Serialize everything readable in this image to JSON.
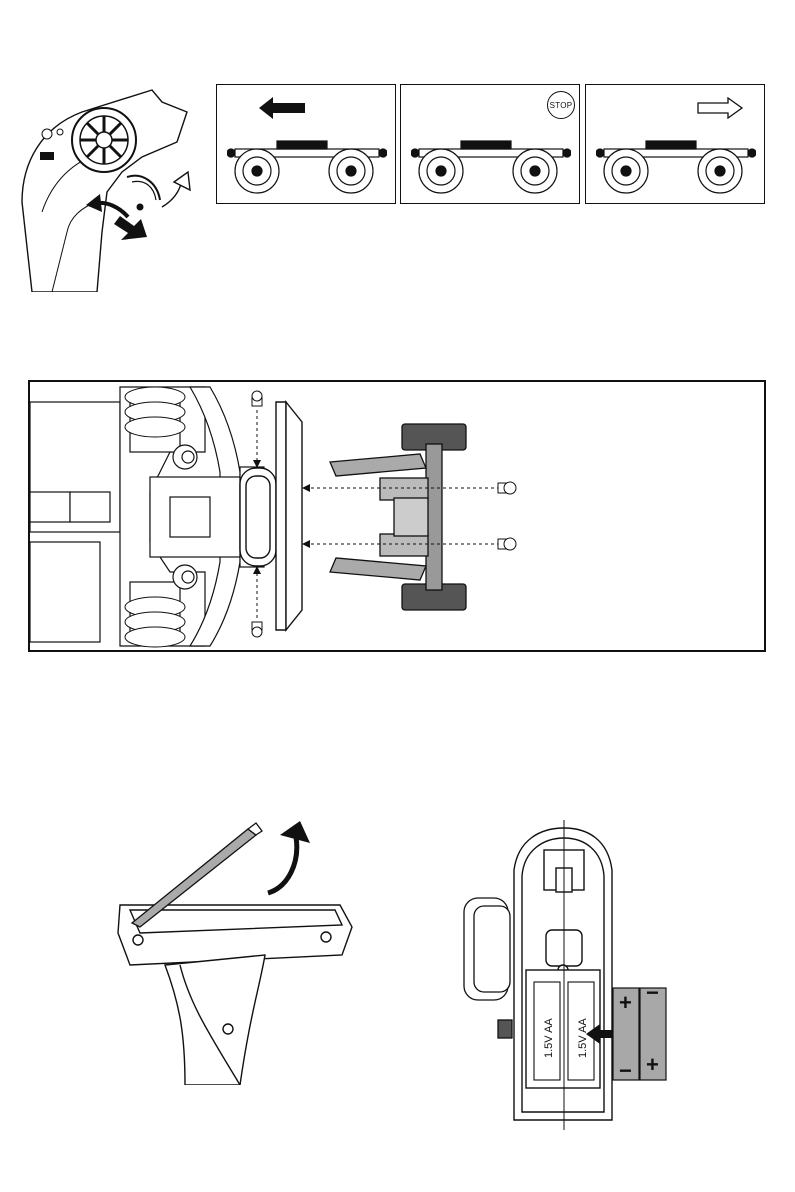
{
  "colors": {
    "line": "#111111",
    "fill_dark": "#5a5a5a",
    "fill_mid": "#9a9a9a",
    "fill_light": "#d9d9d9",
    "paper": "#ffffff"
  },
  "throttle_section": {
    "panels": [
      {
        "direction_icon": "arrow-left-filled-icon",
        "label": ""
      },
      {
        "direction_icon": "stop-sign-icon",
        "label": "STOP"
      },
      {
        "direction_icon": "arrow-right-outline-icon",
        "label": ""
      }
    ]
  },
  "battery_section": {
    "cells": [
      {
        "label": "1.5V AA"
      },
      {
        "label": "1.5V AA"
      }
    ],
    "polarity_plus": "+",
    "polarity_minus": "−"
  }
}
